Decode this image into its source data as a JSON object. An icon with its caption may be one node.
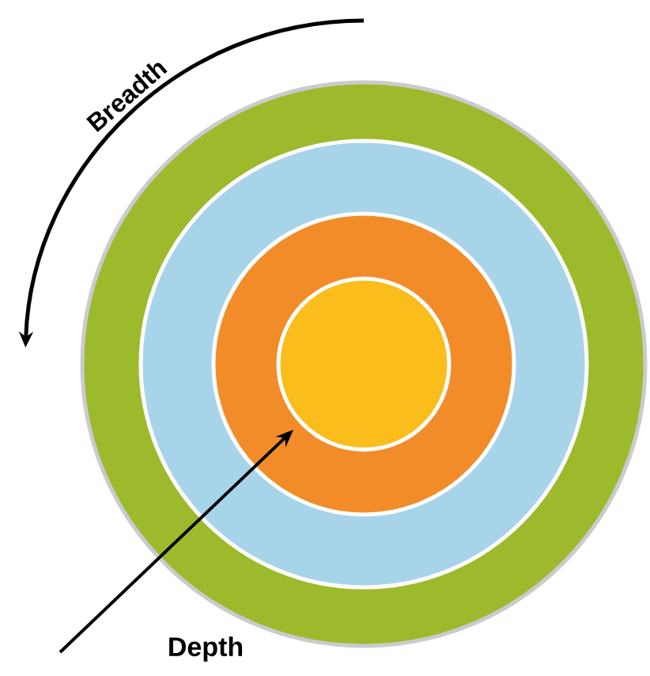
{
  "diagram": {
    "nodes": [
      {
        "text": [],
        "shape": "circle"
      },
      {
        "text": [],
        "shape": "circle",
        "in": 0
      },
      {
        "text": [],
        "shape": "circle",
        "in": 1
      },
      {
        "text": [],
        "shape": "circle",
        "in": 2
      }
    ],
    "edges": [
      {
        "from": null,
        "to": 2,
        "arrow": "to"
      }
    ],
    "labels": [
      "Breadth",
      "Depth"
    ]
  }
}
